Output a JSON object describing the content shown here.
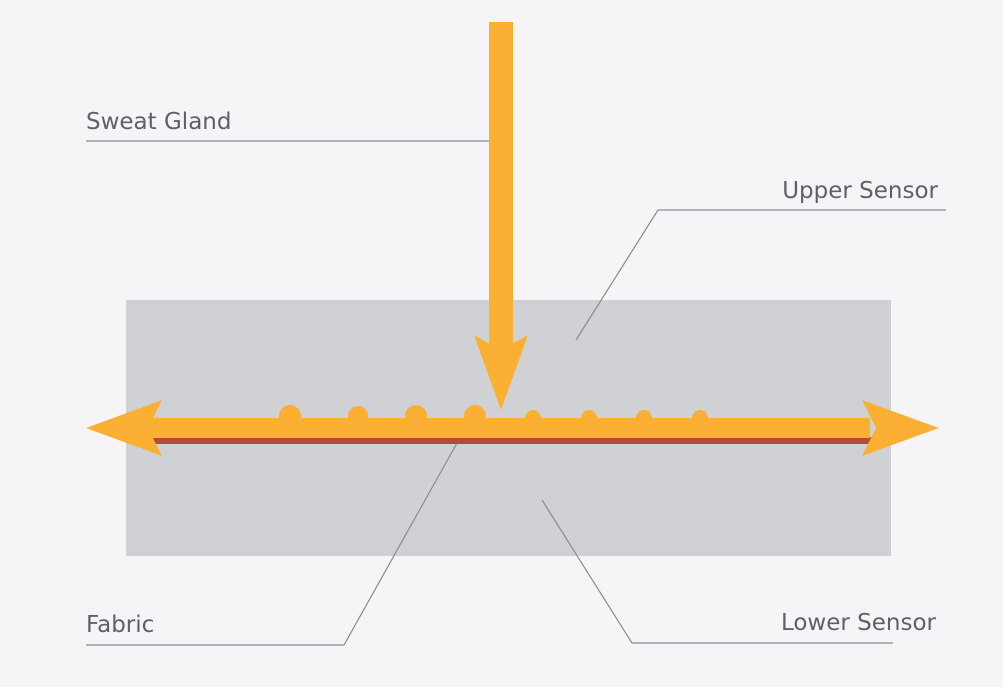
{
  "labels": {
    "sweat_gland": "Sweat Gland",
    "upper_sensor": "Upper Sensor",
    "fabric": "Fabric",
    "lower_sensor": "Lower Sensor"
  },
  "colors": {
    "background": "#f5f5f7",
    "sensor_block": "#cfd1d5",
    "sweat_flow": "#fbb034",
    "fabric": "#b84a36",
    "leader_line": "#8a8c91",
    "label_text": "#5f6166"
  }
}
